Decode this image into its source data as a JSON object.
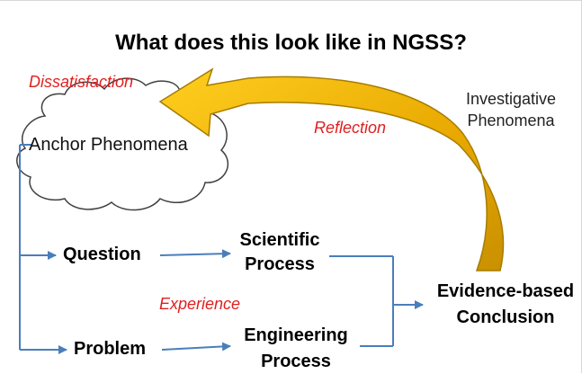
{
  "slide": {
    "title": "What does this look like in NGSS?",
    "labels": {
      "dissatisfaction": "Dissatisfaction",
      "reflection": "Reflection",
      "experience": "Experience",
      "investigative_line1": "Investigative",
      "investigative_line2": "Phenomena"
    },
    "nodes": {
      "anchor": "Anchor Phenomena",
      "question": "Question",
      "problem": "Problem",
      "scientific_line1": "Scientific",
      "scientific_line2": "Process",
      "engineering_line1": "Engineering",
      "engineering_line2": "Process",
      "conclusion_line1": "Evidence-based",
      "conclusion_line2": "Conclusion"
    }
  },
  "colors": {
    "connector": "#4a7ebb",
    "arrow_gold": "#f2b800",
    "arrow_outline": "#a67c00",
    "cloud_stroke": "#404040",
    "emphasis_red": "#e02020"
  }
}
